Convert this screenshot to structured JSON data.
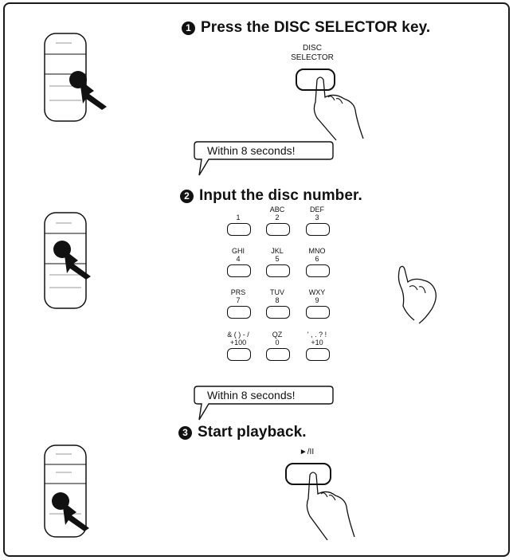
{
  "steps": [
    {
      "badge": "1",
      "title": "Press the DISC SELECTOR key."
    },
    {
      "badge": "2",
      "title": "Input the disc number."
    },
    {
      "badge": "3",
      "title": "Start playback."
    }
  ],
  "callouts": {
    "first": "Within 8 seconds!",
    "second": "Within 8 seconds!"
  },
  "disc_selector_key": {
    "line1": "DISC",
    "line2": "SELECTOR"
  },
  "play_key_label": "►/II",
  "keypad": [
    {
      "letters": "",
      "number": "1"
    },
    {
      "letters": "ABC",
      "number": "2"
    },
    {
      "letters": "DEF",
      "number": "3"
    },
    {
      "letters": "GHI",
      "number": "4"
    },
    {
      "letters": "JKL",
      "number": "5"
    },
    {
      "letters": "MNO",
      "number": "6"
    },
    {
      "letters": "PRS",
      "number": "7"
    },
    {
      "letters": "TUV",
      "number": "8"
    },
    {
      "letters": "WXY",
      "number": "9"
    },
    {
      "letters": "& ( ) - /",
      "number": "+100"
    },
    {
      "letters": "QZ",
      "number": "0"
    },
    {
      "letters": "' , . ? !",
      "number": "+10"
    }
  ]
}
